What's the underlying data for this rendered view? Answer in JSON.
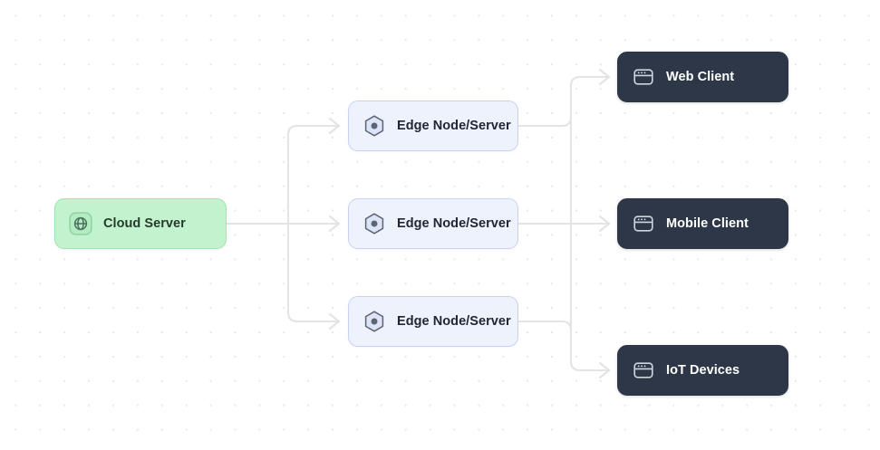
{
  "diagram": {
    "type": "flow-diagram",
    "background": "dot-grid",
    "colors": {
      "source_fill": "#c3f2ce",
      "source_border": "#9fe3b2",
      "source_text": "#253c2c",
      "middle_fill": "#eef2fd",
      "middle_border": "#c9d2f3",
      "middle_text": "#1f2633",
      "target_fill": "#2d3748",
      "target_text": "#ffffff",
      "edge_line": "#e4e4e7",
      "grid_dot": "#e7e7ea"
    },
    "nodes": {
      "source": {
        "label": "Cloud Server",
        "icon": "globe-icon"
      },
      "middle": [
        {
          "label": "Edge Node/Server",
          "icon": "hexagon-node-icon"
        },
        {
          "label": "Edge Node/Server",
          "icon": "hexagon-node-icon"
        },
        {
          "label": "Edge Node/Server",
          "icon": "hexagon-node-icon"
        }
      ],
      "targets": [
        {
          "label": "Web Client",
          "icon": "browser-window-icon"
        },
        {
          "label": "Mobile Client",
          "icon": "browser-window-icon"
        },
        {
          "label": "IoT Devices",
          "icon": "browser-window-icon"
        }
      ]
    },
    "connections": [
      {
        "from": "Cloud Server",
        "to": "Edge Node/Server 1",
        "arrow": true
      },
      {
        "from": "Cloud Server",
        "to": "Edge Node/Server 2",
        "arrow": true
      },
      {
        "from": "Cloud Server",
        "to": "Edge Node/Server 3",
        "arrow": true
      },
      {
        "from": "Edge Node/Server 1",
        "to": "Web Client",
        "arrow": true
      },
      {
        "from": "Edge Node/Server 2",
        "to": "Mobile Client",
        "arrow": true
      },
      {
        "from": "Edge Node/Server 3",
        "to": "IoT Devices",
        "arrow": true
      }
    ]
  }
}
